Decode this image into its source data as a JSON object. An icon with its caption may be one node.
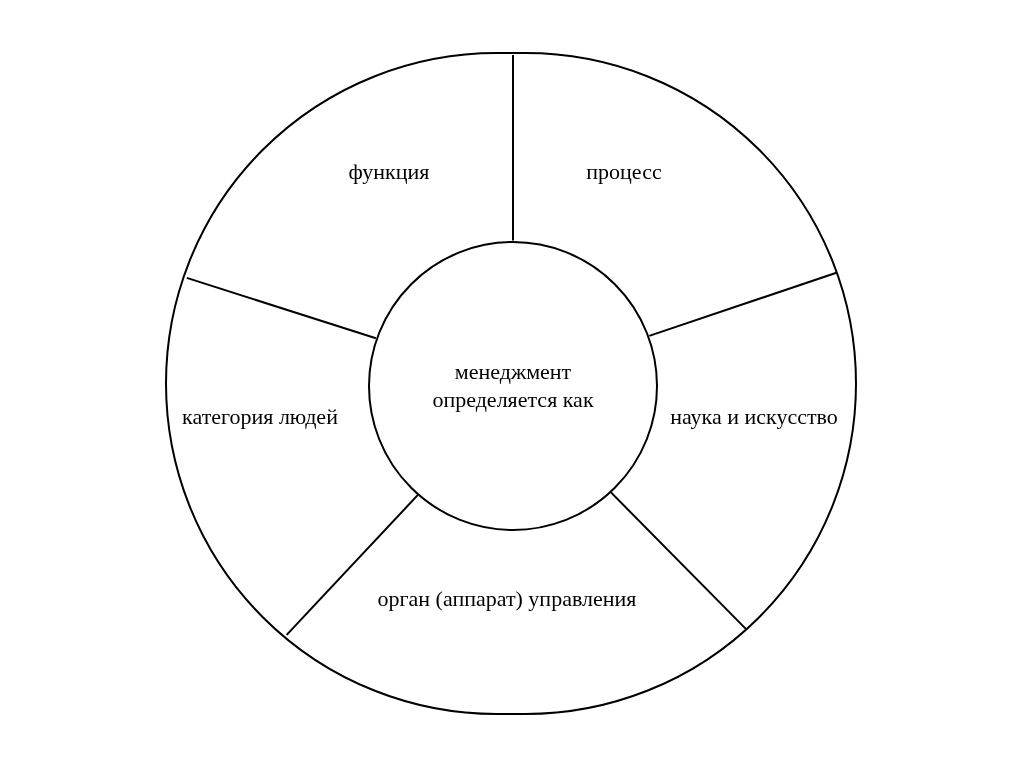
{
  "diagram": {
    "nodes": [
      {
        "text": [],
        "shape": "circle"
      },
      {
        "text": [
          "функция"
        ],
        "in": 0
      },
      {
        "text": [
          "процесс"
        ],
        "in": 0
      },
      {
        "text": [
          "категория людей"
        ],
        "in": 0
      },
      {
        "text": [
          "менеджмент определяется как"
        ],
        "in": 0
      },
      {
        "text": [
          "наука и искусство"
        ],
        "in": 0
      },
      {
        "text": [
          "орган (аппарат) управления"
        ],
        "in": 0
      }
    ]
  }
}
